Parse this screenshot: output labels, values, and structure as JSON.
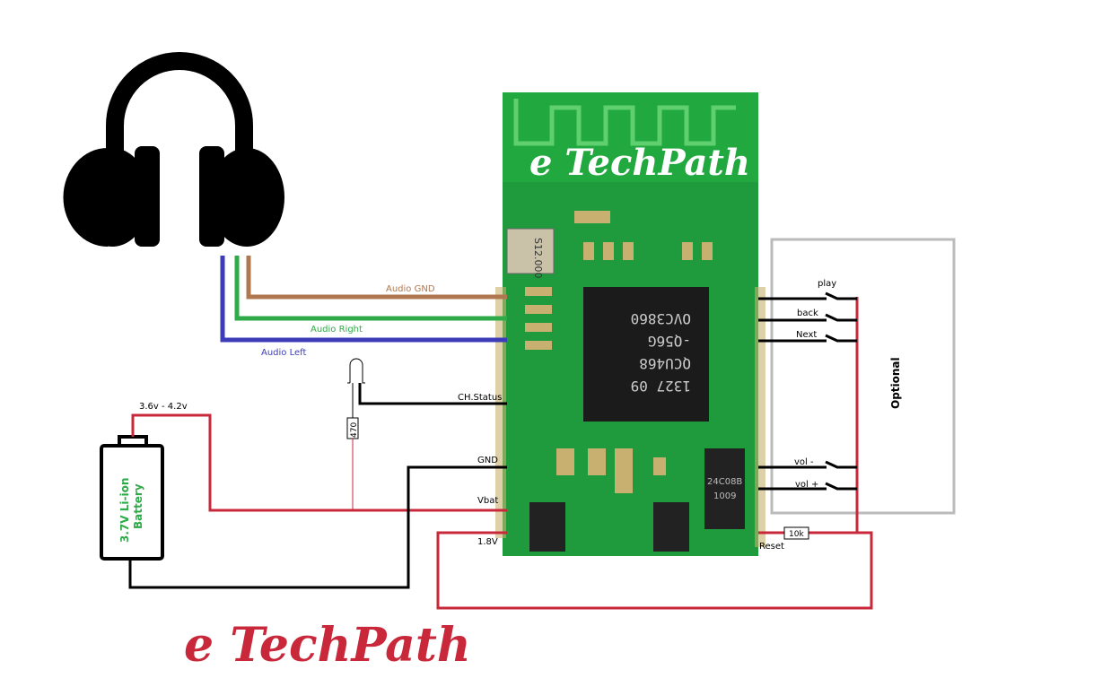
{
  "module": {
    "logo": "e TechPath",
    "chip_lines": [
      "OVC3860",
      "-Q56G",
      "1327 09",
      "QCU468"
    ],
    "crystal": "S12.000",
    "eeprom_lines": [
      "24C08B",
      "1009"
    ]
  },
  "wires": {
    "audio_gnd": "Audio GND",
    "audio_right": "Audio Right",
    "audio_left": "Audio Left",
    "ch_status": "CH.Status",
    "gnd": "GND",
    "vbat": "Vbat",
    "v18": "1.8V",
    "reset": "Reset"
  },
  "battery": {
    "voltage_range": "3.6v - 4.2v",
    "line1": "3.7V Li-ion",
    "line2": "Battery"
  },
  "resistors": {
    "led": "470",
    "reset": "10k"
  },
  "switches": [
    "play",
    "back",
    "Next",
    "vol -",
    "vol +"
  ],
  "optional_box": "Optional",
  "footer_logo": "e TechPath",
  "colors": {
    "brown": "#b07850",
    "green": "#2eaa48",
    "blue": "#3c3cb8",
    "red": "#c8283a",
    "pcb": "#1f9a3c"
  }
}
